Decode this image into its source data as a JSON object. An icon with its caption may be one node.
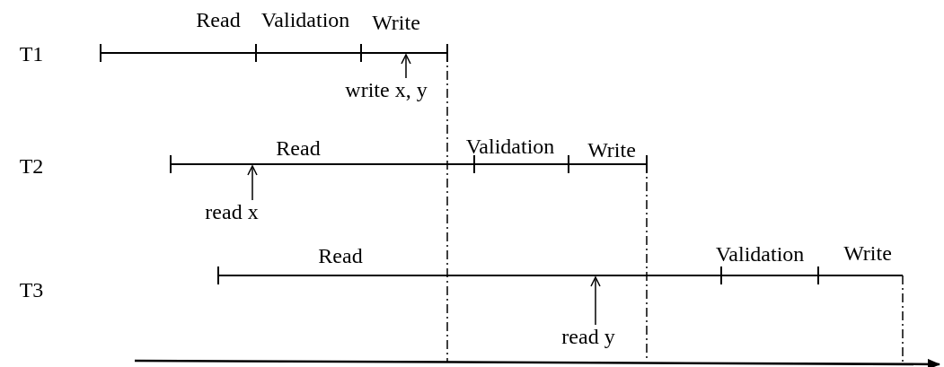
{
  "diagram": {
    "nodes": [
      {
        "text": [
          "write x, y"
        ]
      },
      {
        "text": [
          "read x"
        ]
      },
      {
        "text": [
          "read y"
        ]
      }
    ],
    "edges": [
      {
        "from": 0,
        "to": null,
        "arrow": "to"
      },
      {
        "from": 1,
        "to": null,
        "arrow": "to"
      },
      {
        "from": 2,
        "to": null,
        "arrow": "to"
      }
    ],
    "labels": [
      "Read",
      "Validation",
      "Write",
      "T1",
      "Read",
      "Validation",
      "Write",
      "T2",
      "Read",
      "Validation",
      "Write",
      "T3"
    ]
  }
}
